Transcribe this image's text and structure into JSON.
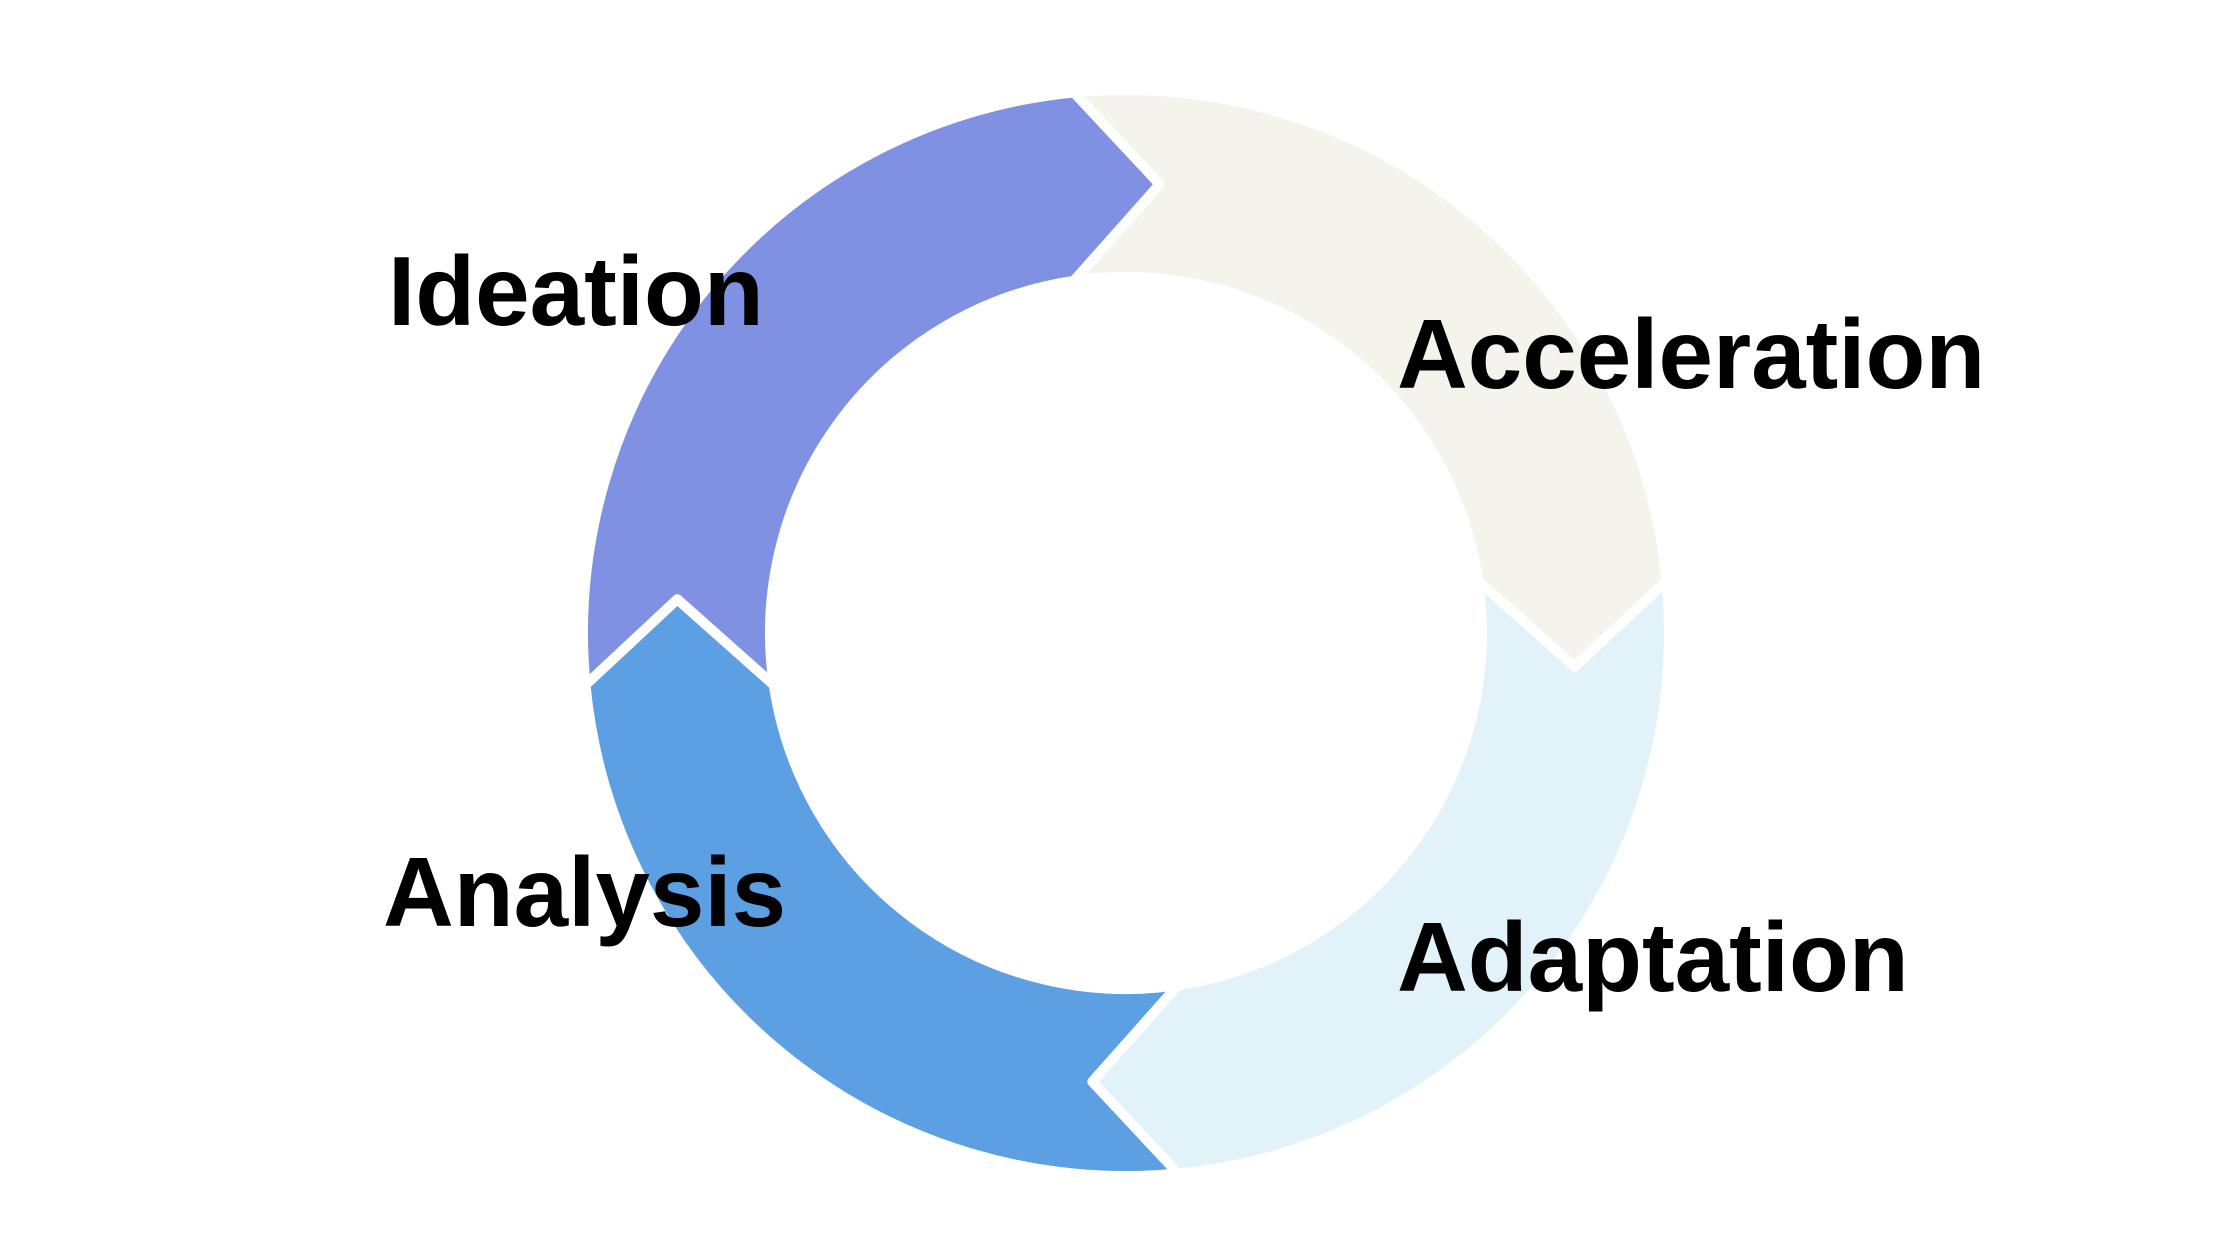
{
  "diagram": {
    "type": "cycle",
    "stages": [
      {
        "label": "Ideation",
        "color": "#8090E3"
      },
      {
        "label": "Acceleration",
        "color": "#F4F4EC"
      },
      {
        "label": "Adaptation",
        "color": "#E1F3F9"
      },
      {
        "label": "Analysis",
        "color": "#5D9FE3"
      }
    ]
  }
}
